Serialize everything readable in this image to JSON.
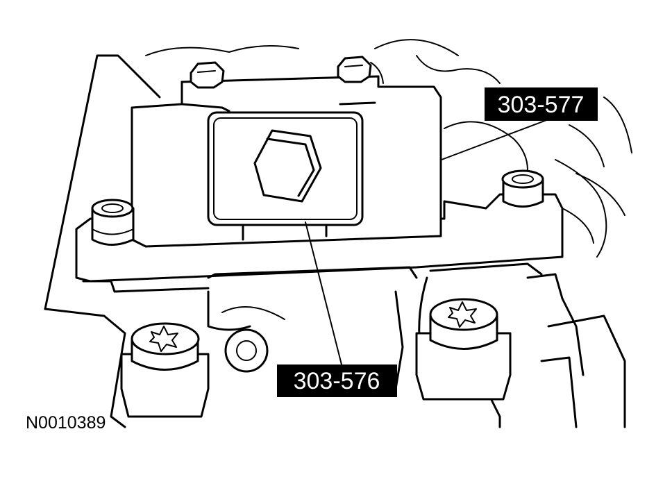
{
  "figure": {
    "id_label": "N0010389"
  },
  "callouts": [
    {
      "label": "303-577",
      "target": "timing-peg-tool"
    },
    {
      "label": "303-576",
      "target": "camshaft-alignment-plate"
    }
  ],
  "colors": {
    "line": "#000000",
    "background": "#ffffff",
    "callout_fill": "#000000",
    "callout_text": "#ffffff"
  }
}
